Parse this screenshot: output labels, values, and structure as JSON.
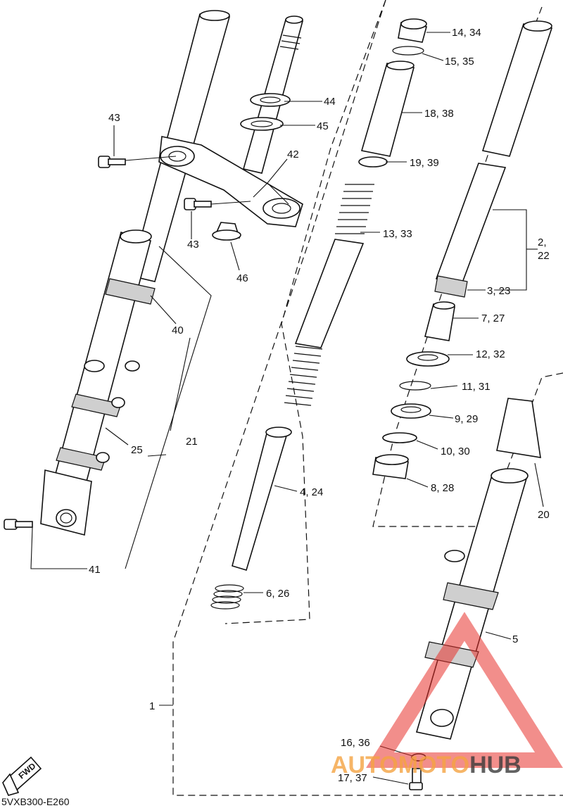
{
  "diagram_code": "5VXB300-E260",
  "callouts": {
    "p1": "1",
    "p2_22_a": "2,",
    "p2_22_b": "22",
    "p3_23": "3, 23",
    "p4_24": "4, 24",
    "p5": "5",
    "p6_26": "6, 26",
    "p7_27": "7, 27",
    "p8_28": "8, 28",
    "p9_29": "9, 29",
    "p10_30": "10, 30",
    "p11_31": "11, 31",
    "p12_32": "12, 32",
    "p13_33": "13, 33",
    "p14_34": "14, 34",
    "p15_35": "15, 35",
    "p16_36": "16, 36",
    "p17_37": "17, 37",
    "p18_38": "18, 38",
    "p19_39": "19, 39",
    "p20": "20",
    "p21": "21",
    "p25": "25",
    "p40": "40",
    "p41": "41",
    "p42": "42",
    "p43_top": "43",
    "p43_bottom": "43",
    "p44": "44",
    "p45": "45",
    "p46": "46"
  },
  "direction_badge": "FWD",
  "watermark": {
    "part1": "AUTOMOTO",
    "part2": "HUB",
    "color_triangle": "#e8322b",
    "color_auto": "#f4a341",
    "color_hub": "#3a3a3a"
  }
}
